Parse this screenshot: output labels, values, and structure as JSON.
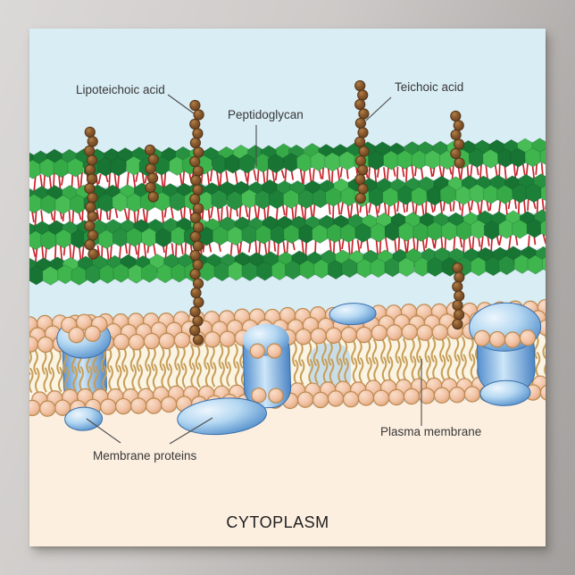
{
  "poster": {
    "title": "Gram positive bacterial cell wall diagram poster",
    "labels": {
      "lipoteichoic_acid": "Lipoteichoic acid",
      "peptidoglycan": "Peptidoglycan",
      "teichoic_acid": "Teichoic acid",
      "membrane_proteins": "Membrane proteins",
      "plasma_membrane": "Plasma membrane",
      "cytoplasm": "CYTOPLASM"
    },
    "colors": {
      "backdrop": "#c7c5c3",
      "sky": "#d9edf4",
      "cytoplasm_bg": "#fcefe0",
      "tail_zone_bg": "#fbf4e3",
      "hex_green_dark": "#1d8038",
      "hex_green_light": "#3eb54d",
      "crosslink_red": "#c6242b",
      "gap_white": "#ffffff",
      "bead_fill": "#8a5a2e",
      "bead_stroke": "#553517",
      "head_fill": "#f2c4a7",
      "head_stroke": "#bd8a50",
      "tail": "#c79e58",
      "protein_light": "#b5d8f2",
      "protein_dark": "#4e8bc9",
      "protein_stroke": "#3a6ea8",
      "label_text": "#383838",
      "pointer_line": "#4c4c4c"
    }
  }
}
